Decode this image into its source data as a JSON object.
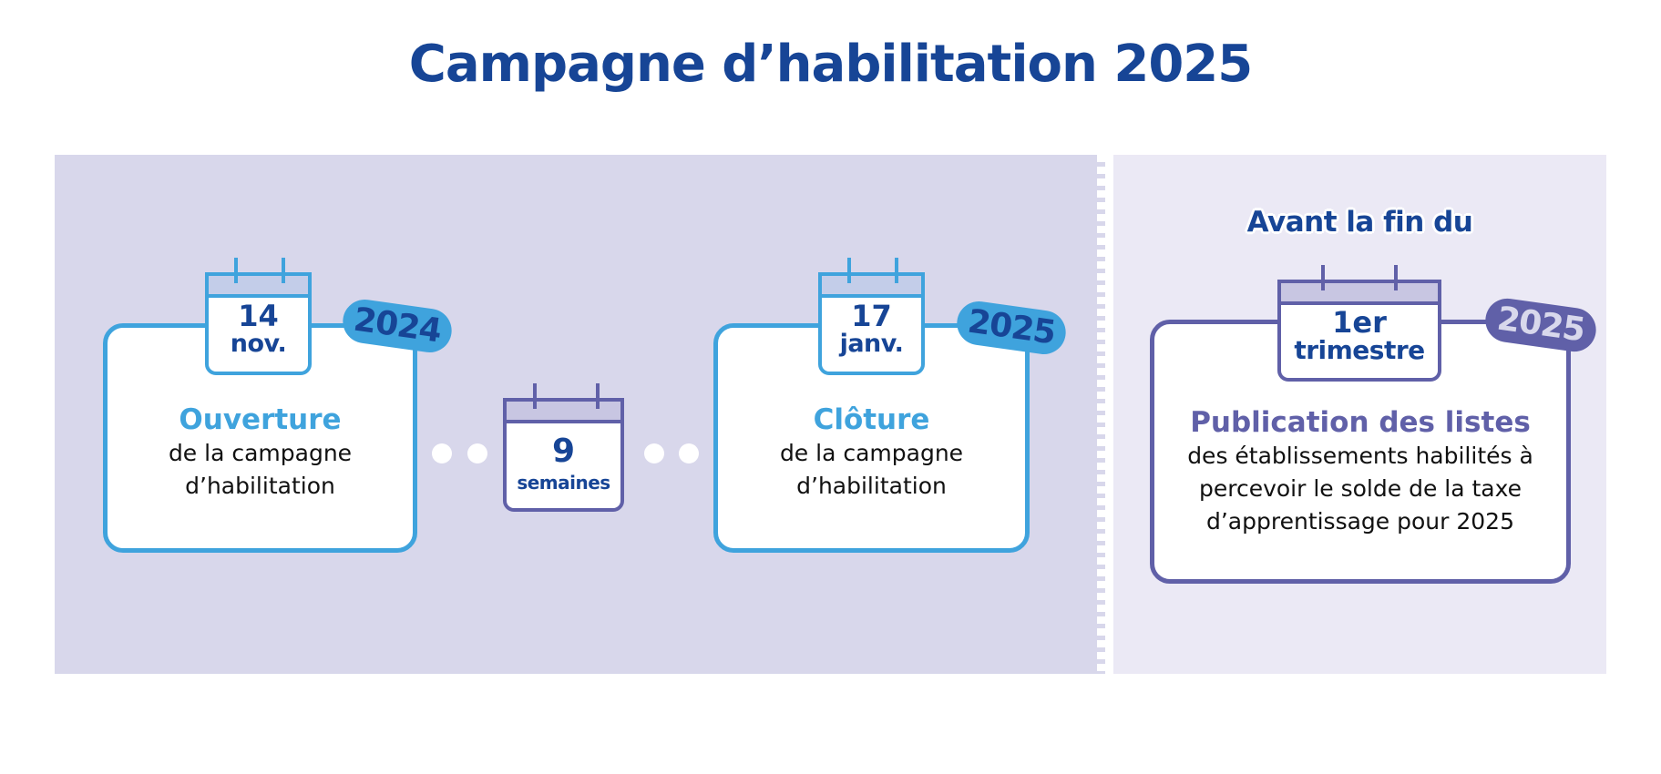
{
  "title": "Campagne d’habilitation 2025",
  "colors": {
    "title": "#174596",
    "accent_blue": "#3fa3dd",
    "accent_purple": "#6060a8",
    "panel_left_bg": "#d8d7eb",
    "panel_right_bg": "#ebe9f5"
  },
  "timeline": {
    "opening": {
      "day": "14",
      "month": "nov.",
      "year": "2024",
      "heading": "Ouverture",
      "line1": "de la campagne",
      "line2": "d’habilitation",
      "icon": "calendar-icon"
    },
    "duration": {
      "value": "9",
      "unit": "semaines",
      "icon": "calendar-icon"
    },
    "closing": {
      "day": "17",
      "month": "janv.",
      "year": "2025",
      "heading": "Clôture",
      "line1": "de la campagne",
      "line2": "d’habilitation",
      "icon": "calendar-icon"
    }
  },
  "publication": {
    "header": "Avant la fin du",
    "period_top": "1er",
    "period_bottom": "trimestre",
    "year": "2025",
    "heading": "Publication des listes",
    "line1": "des établissements habilités à",
    "line2": "percevoir le solde de la taxe",
    "line3": "d’apprentissage pour 2025",
    "icon": "calendar-icon"
  }
}
